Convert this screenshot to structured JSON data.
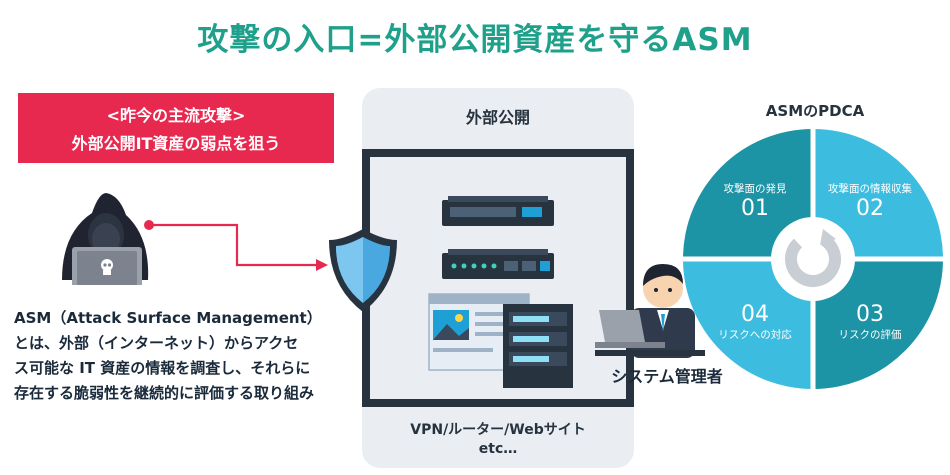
{
  "title": "攻撃の入口=外部公開資産を守るASM",
  "attack_box": {
    "line1": "<昨今の主流攻撃>",
    "line2": "外部公開IT資産の弱点を狙う"
  },
  "description": [
    "ASM（Attack Surface Management）",
    "とは、外部（インターネット）からアクセ",
    "ス可能な IT 資産の情報を調査し、それらに",
    "存在する脆弱性を継続的に評価する取り組み"
  ],
  "public_panel": {
    "label": "外部公開",
    "bottom_line1": "VPN/ルーター/Webサイト",
    "bottom_line2": "etc…"
  },
  "admin_label": "システム管理者",
  "pdca": {
    "title": "ASMのPDCA",
    "quadrants": [
      {
        "label": "攻撃面の発見",
        "number": "01",
        "color": "#1d93a6"
      },
      {
        "label": "攻撃面の情報収集",
        "number": "02",
        "color": "#3cbde0"
      },
      {
        "label": "リスクへの対応",
        "number": "04",
        "color": "#3cbde0"
      },
      {
        "label": "リスクの評価",
        "number": "03",
        "color": "#1d93a6"
      }
    ]
  },
  "colors": {
    "accent": "#1fa08a",
    "attack_red": "#e8294f",
    "dark_frame": "#27333f",
    "shield_blue": "#4aa8e0"
  }
}
